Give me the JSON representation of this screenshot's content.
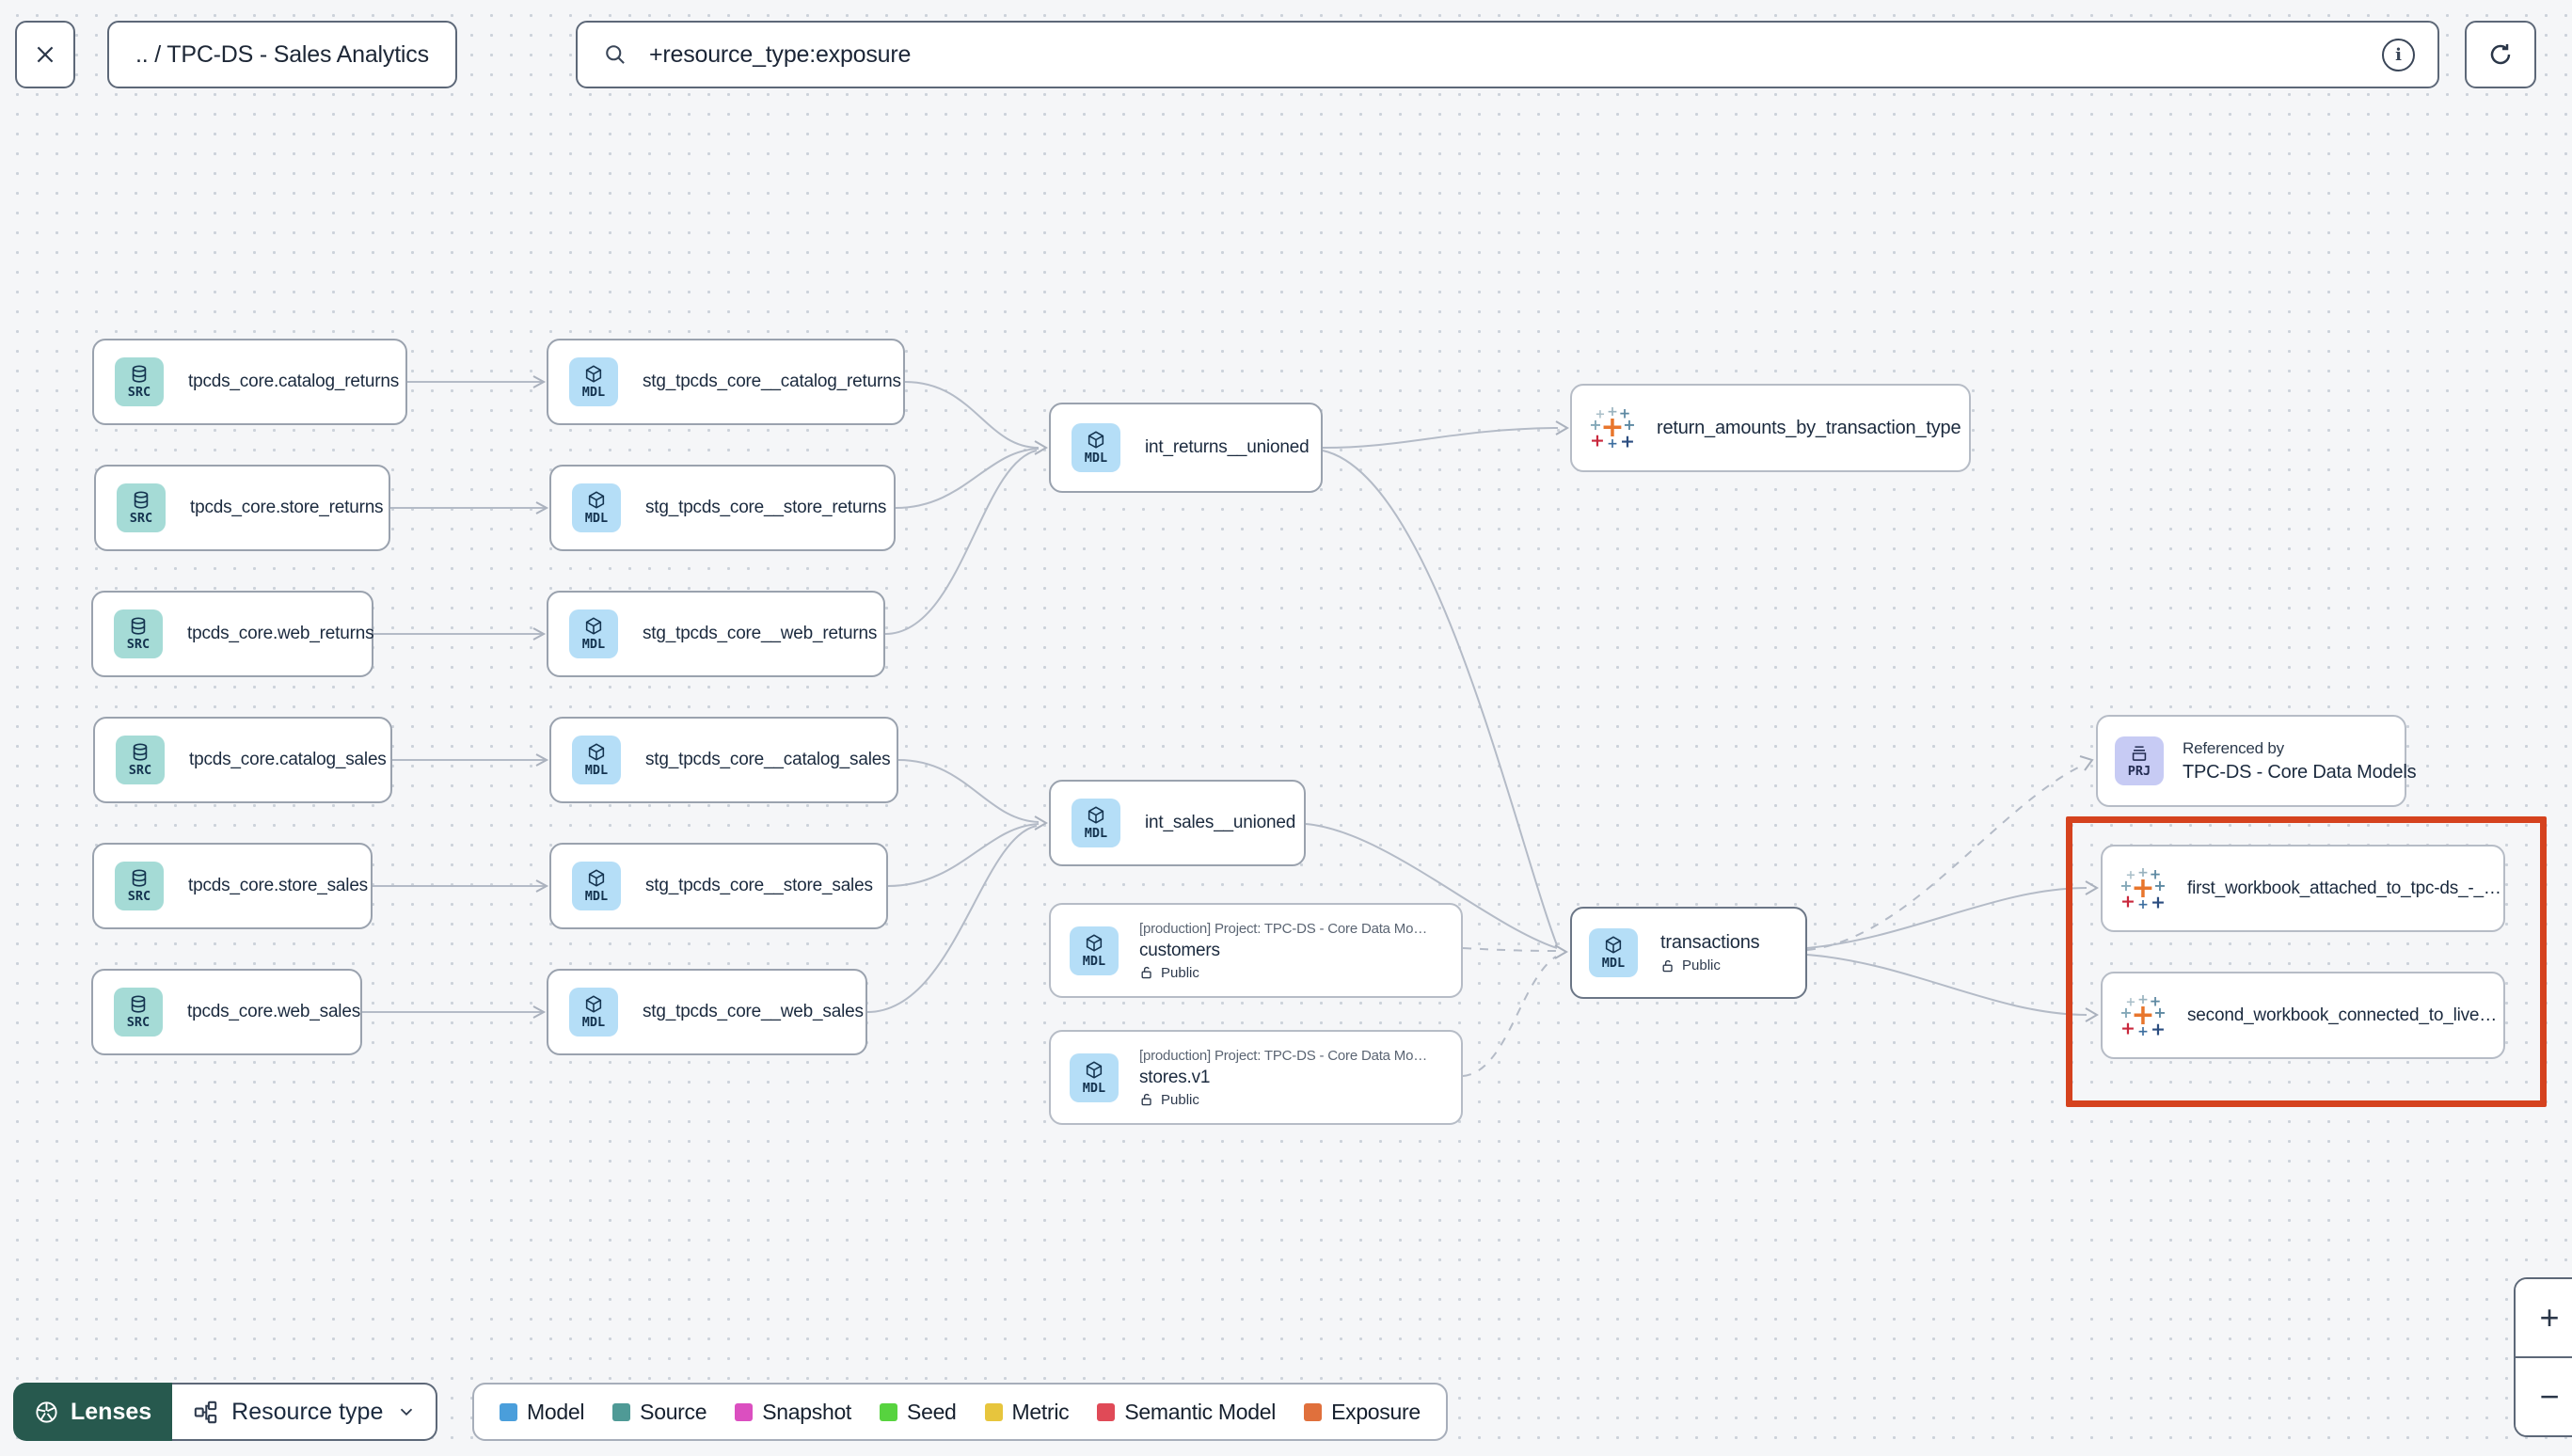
{
  "topbar": {
    "breadcrumb": ".. / TPC-DS - Sales Analytics",
    "search_value": "+resource_type:exposure",
    "info_glyph": "i"
  },
  "controls": {
    "lenses_label": "Lenses",
    "resource_type_label": "Resource type",
    "zoom_in": "+",
    "zoom_out": "−"
  },
  "legend": {
    "items": [
      {
        "label": "Model",
        "color": "#4a9edb"
      },
      {
        "label": "Source",
        "color": "#4f9a96"
      },
      {
        "label": "Snapshot",
        "color": "#db4fc0"
      },
      {
        "label": "Seed",
        "color": "#57d33f"
      },
      {
        "label": "Metric",
        "color": "#e7c53d"
      },
      {
        "label": "Semantic Model",
        "color": "#e04a57"
      },
      {
        "label": "Exposure",
        "color": "#e0703c"
      }
    ]
  },
  "graph": {
    "sources": [
      {
        "badge": "SRC",
        "label": "tpcds_core.catalog_returns"
      },
      {
        "badge": "SRC",
        "label": "tpcds_core.store_returns"
      },
      {
        "badge": "SRC",
        "label": "tpcds_core.web_returns"
      },
      {
        "badge": "SRC",
        "label": "tpcds_core.catalog_sales"
      },
      {
        "badge": "SRC",
        "label": "tpcds_core.store_sales"
      },
      {
        "badge": "SRC",
        "label": "tpcds_core.web_sales"
      }
    ],
    "staging": [
      {
        "badge": "MDL",
        "label": "stg_tpcds_core__catalog_returns"
      },
      {
        "badge": "MDL",
        "label": "stg_tpcds_core__store_returns"
      },
      {
        "badge": "MDL",
        "label": "stg_tpcds_core__web_returns"
      },
      {
        "badge": "MDL",
        "label": "stg_tpcds_core__catalog_sales"
      },
      {
        "badge": "MDL",
        "label": "stg_tpcds_core__store_sales"
      },
      {
        "badge": "MDL",
        "label": "stg_tpcds_core__web_sales"
      }
    ],
    "intermediate": [
      {
        "badge": "MDL",
        "label": "int_returns__unioned"
      },
      {
        "badge": "MDL",
        "label": "int_sales__unioned"
      }
    ],
    "public_models": [
      {
        "badge": "MDL",
        "project": "[production] Project: TPC-DS - Core Data Mo…",
        "label": "customers",
        "access": "Public"
      },
      {
        "badge": "MDL",
        "project": "[production] Project: TPC-DS - Core Data Mo…",
        "label": "stores.v1",
        "access": "Public"
      }
    ],
    "transactions": {
      "badge": "MDL",
      "label": "transactions",
      "access": "Public"
    },
    "referenced_by": {
      "badge": "PRJ",
      "title": "Referenced by",
      "label": "TPC-DS - Core Data Models"
    },
    "exposures": [
      {
        "label": "return_amounts_by_transaction_type"
      },
      {
        "label": "first_workbook_attached_to_tpc-ds_-_…"
      },
      {
        "label": "second_workbook_connected_to_live…"
      }
    ]
  }
}
